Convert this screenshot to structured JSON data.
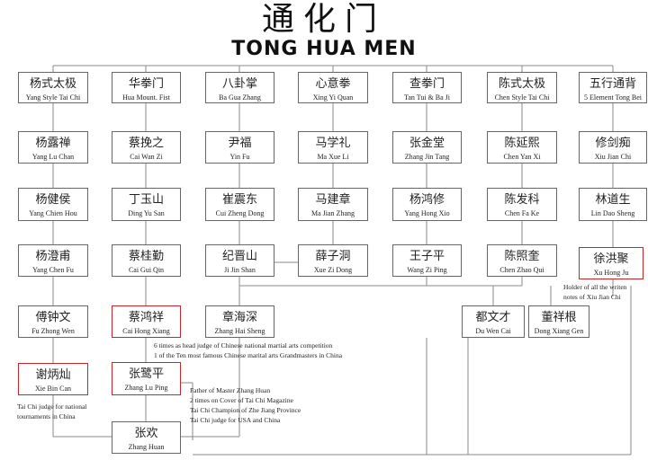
{
  "title": {
    "chinese": "通化门",
    "english": "TONG HUA MEN"
  },
  "styles": [
    {
      "cn": "杨式太极",
      "en": "Yang Style Tai Chi"
    },
    {
      "cn": "华拳门",
      "en": "Hua Mount. Fist"
    },
    {
      "cn": "八卦掌",
      "en": "Ba Gua Zhang"
    },
    {
      "cn": "心意拳",
      "en": "Xing Yi Quan"
    },
    {
      "cn": "查拳门",
      "en": "Tan Tui & Ba Ji"
    },
    {
      "cn": "陈式太极",
      "en": "Chen Style Tai Chi"
    },
    {
      "cn": "五行通背",
      "en": "5 Element Tong Bei"
    }
  ],
  "masters": {
    "yang_lu_chan": {
      "cn": "杨露禅",
      "en": "Yang Lu Chan"
    },
    "yang_chien_hou": {
      "cn": "杨健侯",
      "en": "Yang Chien Hou"
    },
    "yang_chen_fu": {
      "cn": "杨澄甫",
      "en": "Yang Chen Fu"
    },
    "fu_zhong_wen": {
      "cn": "傅钟文",
      "en": "Fu Zhong Wen"
    },
    "xie_bin_can": {
      "cn": "谢炳灿",
      "en": "Xie Bin Can"
    },
    "cai_wan_zi": {
      "cn": "蔡挽之",
      "en": "Cai Wan Zi"
    },
    "ding_yu_san": {
      "cn": "丁玉山",
      "en": "Ding Yu San"
    },
    "cai_gui_qin": {
      "cn": "蔡桂勤",
      "en": "Cai Gui Qin"
    },
    "cai_hong_xiang": {
      "cn": "蔡鸿祥",
      "en": "Cai Hong Xiang"
    },
    "zhang_lu_ping": {
      "cn": "张鹭平",
      "en": "Zhang Lu Ping"
    },
    "zhang_huan": {
      "cn": "张欢",
      "en": "Zhang Huan"
    },
    "yin_fu": {
      "cn": "尹福",
      "en": "Yin Fu"
    },
    "cui_zheng_dong": {
      "cn": "崔震东",
      "en": "Cui Zheng Dong"
    },
    "ji_jin_shan": {
      "cn": "纪晋山",
      "en": "Ji Jin Shan"
    },
    "zhang_hai_sheng": {
      "cn": "章海深",
      "en": "Zhang Hai Sheng"
    },
    "ma_xue_li": {
      "cn": "马学礼",
      "en": "Ma Xue Li"
    },
    "ma_jian_zhang": {
      "cn": "马建章",
      "en": "Ma Jian Zhang"
    },
    "xue_zi_dong": {
      "cn": "薛子洞",
      "en": "Xue Zi Dong"
    },
    "zhang_jin_tang": {
      "cn": "张金堂",
      "en": "Zhang Jin Tang"
    },
    "yang_hong_xio": {
      "cn": "杨鸿修",
      "en": "Yang Hong Xio"
    },
    "wang_zi_ping": {
      "cn": "王子平",
      "en": "Wang Zi Ping"
    },
    "chen_yan_xi": {
      "cn": "陈延熙",
      "en": "Chen Yan Xi"
    },
    "chen_fa_ke": {
      "cn": "陈发科",
      "en": "Chen Fa Ke"
    },
    "chen_zhao_qui": {
      "cn": "陈照奎",
      "en": "Chen Zhao Qui"
    },
    "du_wen_cai": {
      "cn": "都文才",
      "en": "Du Wen Cai"
    },
    "dong_xiang_gen": {
      "cn": "董祥根",
      "en": "Dong Xiang Gen"
    },
    "xiu_jian_chi": {
      "cn": "修剑痴",
      "en": "Xiu Jian Chi"
    },
    "lin_dao_sheng": {
      "cn": "林道生",
      "en": "Lin  Dao Sheng"
    },
    "xu_hong_ju": {
      "cn": "徐洪聚",
      "en": "Xu Hong Ju"
    }
  },
  "notes": {
    "xie_bin_can": [
      "Tai Chi judge for national",
      "tournaments in China"
    ],
    "cai_hong_xiang": [
      "6 times as head judge of Chinese national martial arts competition",
      "1 of the Ten most famous Chinese marital arts Grandmasters in China"
    ],
    "zhang_lu_ping": [
      "Father of Master Zhang Huan",
      "2 times on Cover of Tai Chi Magazine",
      "Tai Chi Champion of Zhe Jiang Province",
      "Tai Chi judge for USA and China"
    ],
    "xu_hong_ju": [
      "Holder of all the writen",
      "notes of Xiu Jian Chi"
    ]
  },
  "colors": {
    "highlight_border": "#c8262d",
    "box_border": "#666666",
    "line": "#888888"
  }
}
